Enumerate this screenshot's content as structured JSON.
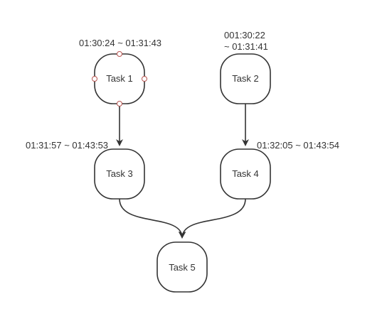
{
  "diagram": {
    "nodes": [
      {
        "id": "task1",
        "label": "Task 1",
        "time": "01:30:24 ~ 01:31:43",
        "selected": true
      },
      {
        "id": "task2",
        "label": "Task 2",
        "time_line1": "001:30:22",
        "time_line2": "~ 01:31:41",
        "selected": false
      },
      {
        "id": "task3",
        "label": "Task 3",
        "time": "01:31:57 ~ 01:43:53",
        "selected": false
      },
      {
        "id": "task4",
        "label": "Task 4",
        "time": "01:32:05 ~ 01:43:54",
        "selected": false
      },
      {
        "id": "task5",
        "label": "Task 5",
        "selected": false
      }
    ],
    "edges": [
      {
        "from": "task1",
        "to": "task3"
      },
      {
        "from": "task2",
        "to": "task4"
      },
      {
        "from": "task3",
        "to": "task5"
      },
      {
        "from": "task4",
        "to": "task5"
      }
    ],
    "colors": {
      "stroke": "#333333",
      "text": "#333333",
      "handle_stroke": "#b85450",
      "handle_fill": "#ffffff"
    }
  }
}
